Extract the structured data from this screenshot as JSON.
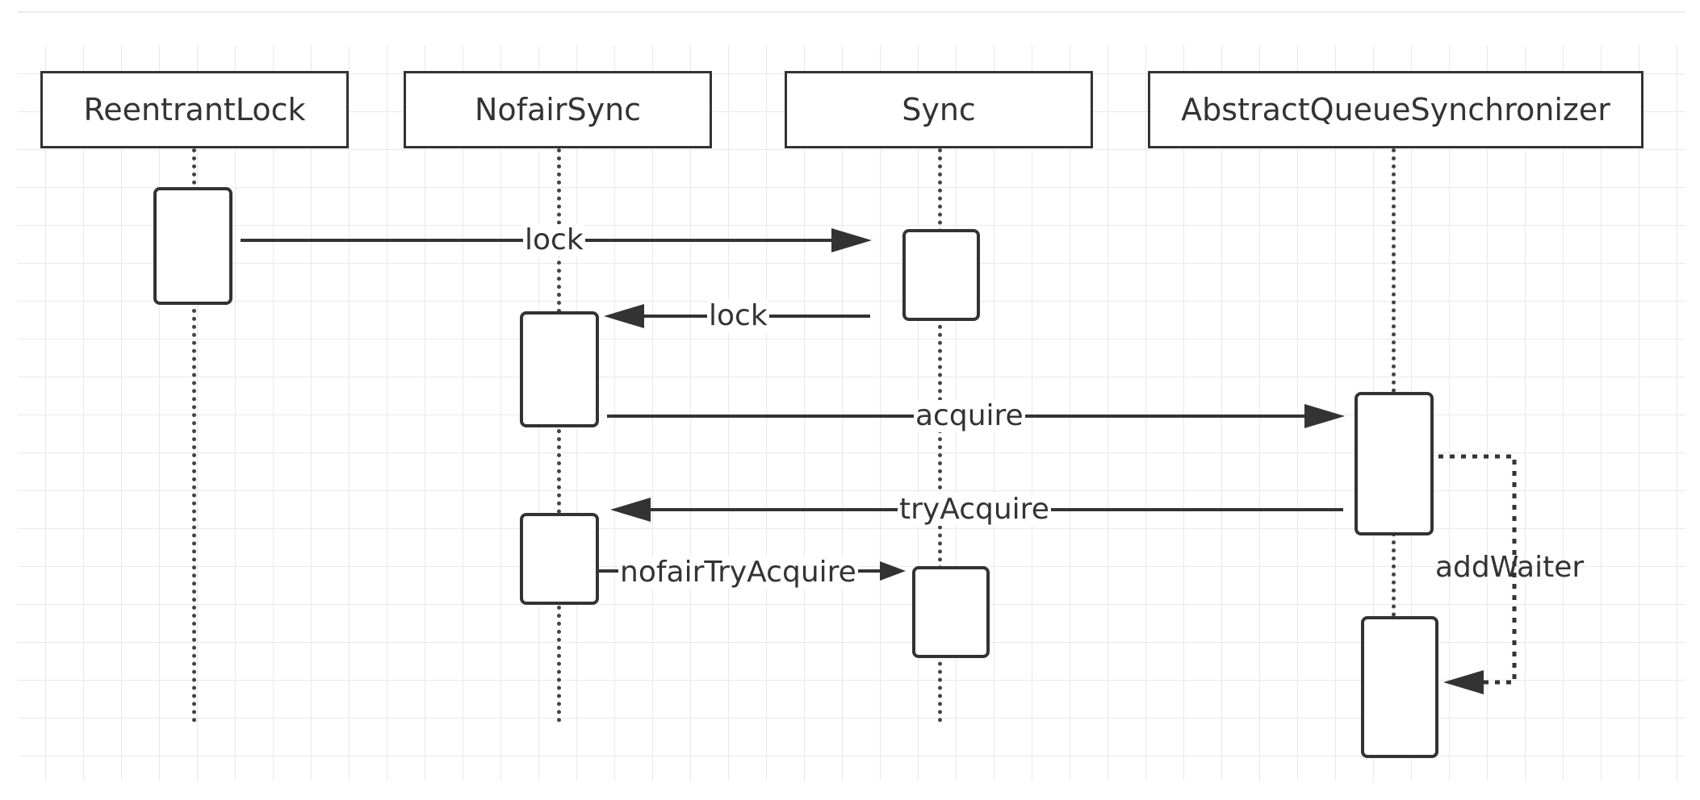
{
  "diagram": {
    "participants": [
      {
        "id": "reentrantlock",
        "label": "ReentrantLock"
      },
      {
        "id": "nofairsync",
        "label": "NofairSync"
      },
      {
        "id": "sync",
        "label": "Sync"
      },
      {
        "id": "aqs",
        "label": "AbstractQueueSynchronizer"
      }
    ],
    "messages": [
      {
        "label": "lock",
        "from": "ReentrantLock",
        "to": "Sync",
        "style": "solid"
      },
      {
        "label": "lock",
        "from": "Sync",
        "to": "NofairSync",
        "style": "solid"
      },
      {
        "label": "acquire",
        "from": "NofairSync",
        "to": "AbstractQueueSynchronizer",
        "style": "solid"
      },
      {
        "label": "tryAcquire",
        "from": "AbstractQueueSynchronizer",
        "to": "NofairSync",
        "style": "solid"
      },
      {
        "label": "nofairTryAcquire",
        "from": "NofairSync",
        "to": "Sync",
        "style": "solid"
      },
      {
        "label": "addWaiter",
        "from": "AbstractQueueSynchronizer",
        "to": "AbstractQueueSynchronizer",
        "style": "dotted"
      }
    ],
    "colors": {
      "line": "#333333",
      "grid": "#e9e9e9",
      "background": "#ffffff"
    }
  }
}
